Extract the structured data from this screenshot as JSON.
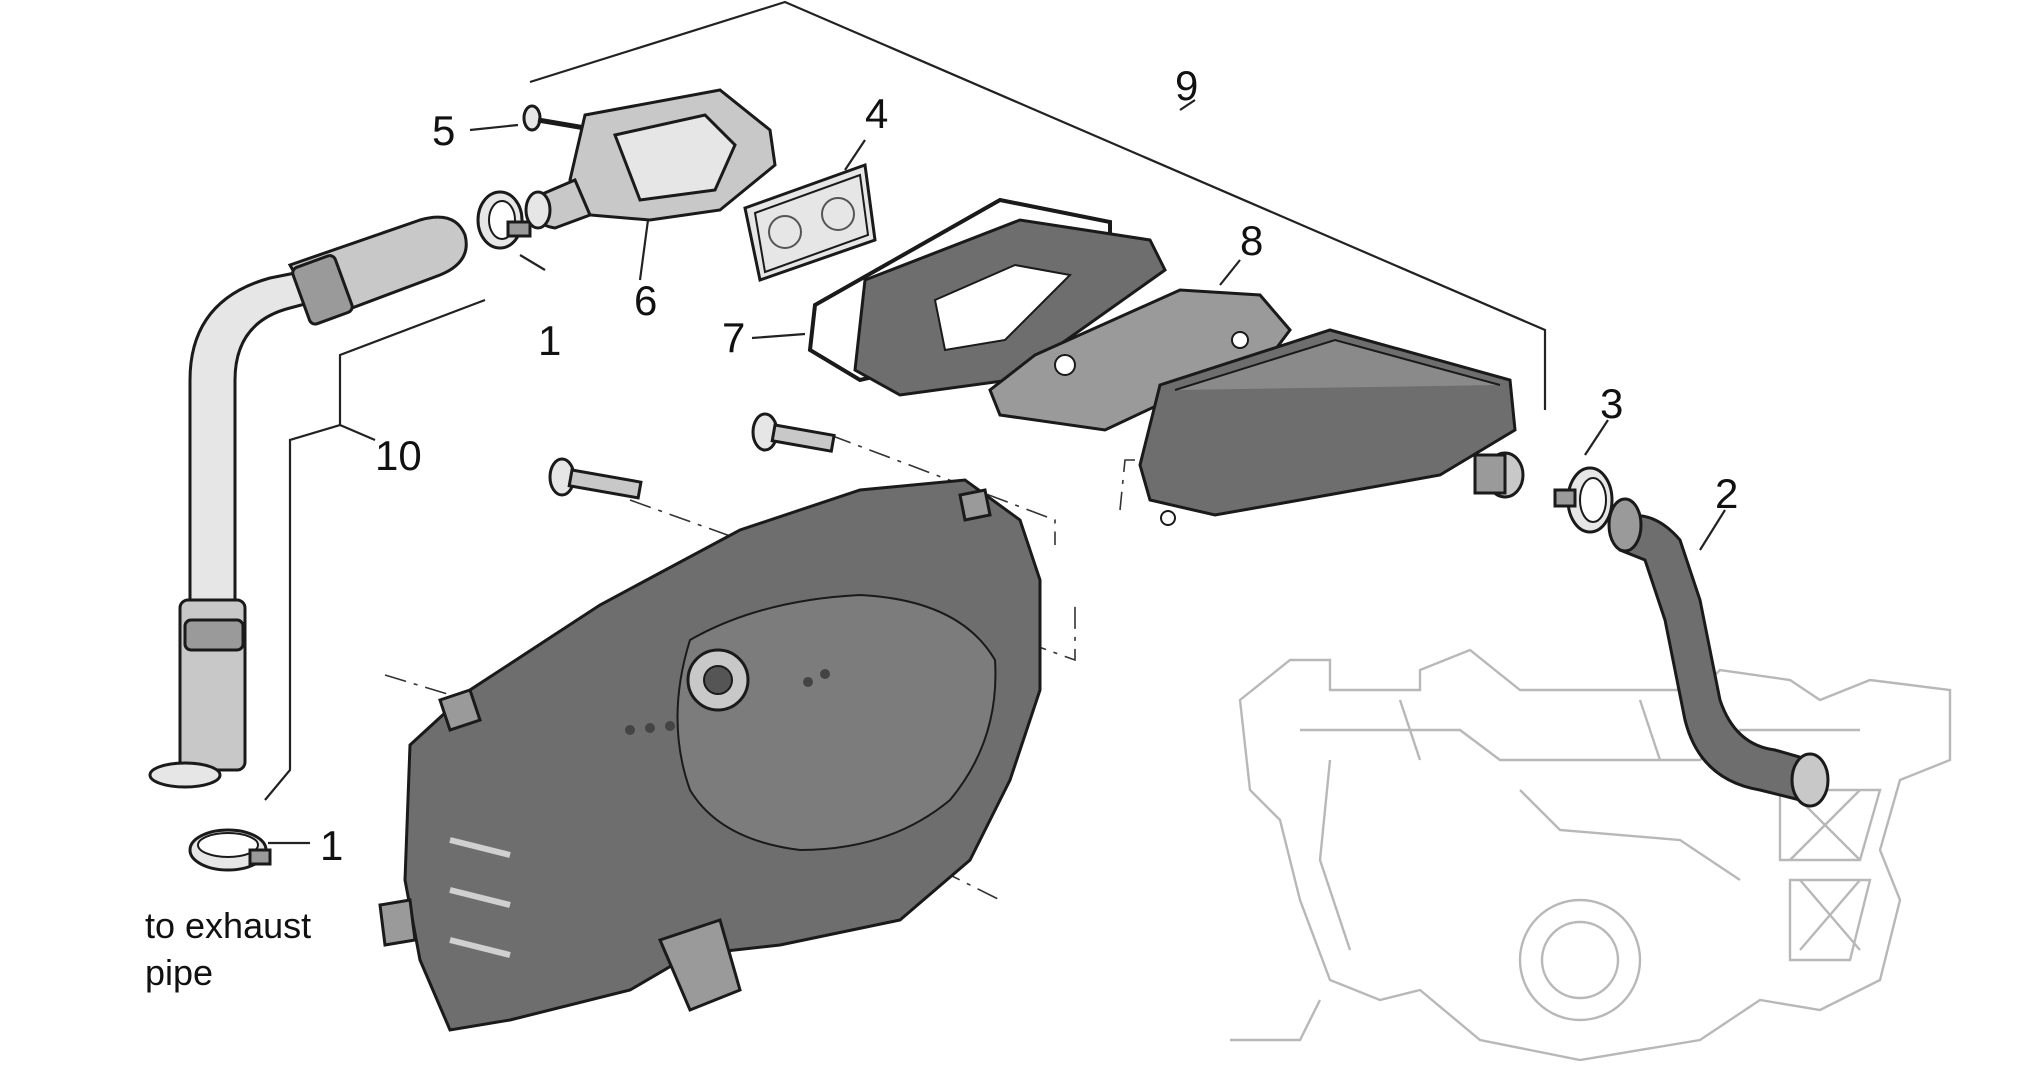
{
  "labels": {
    "l1a": "1",
    "l1b": "1",
    "l2": "2",
    "l3": "3",
    "l4": "4",
    "l5": "5",
    "l6": "6",
    "l7": "7",
    "l8": "8",
    "l9": "9",
    "l10": "10"
  },
  "note": {
    "line1": "to exhaust",
    "line2": "pipe"
  },
  "colors": {
    "background": "#ffffff",
    "ink": "#111111",
    "part_fill_dark": "#6e6e6e",
    "part_fill_mid": "#9a9a9a",
    "ghost_engine": "#b8b8b8"
  },
  "parts": [
    {
      "number": "1",
      "icon": "hose-clamp-icon"
    },
    {
      "number": "2",
      "icon": "curved-hose-icon"
    },
    {
      "number": "3",
      "icon": "hose-clamp-icon"
    },
    {
      "number": "4",
      "icon": "filter-element-icon"
    },
    {
      "number": "5",
      "icon": "screw-icon"
    },
    {
      "number": "6",
      "icon": "valve-cover-icon"
    },
    {
      "number": "7",
      "icon": "gasket-icon"
    },
    {
      "number": "8",
      "icon": "gasket-plate-icon"
    },
    {
      "number": "9",
      "icon": "secondary-air-box-icon"
    },
    {
      "number": "10",
      "icon": "air-pipe-icon"
    }
  ]
}
